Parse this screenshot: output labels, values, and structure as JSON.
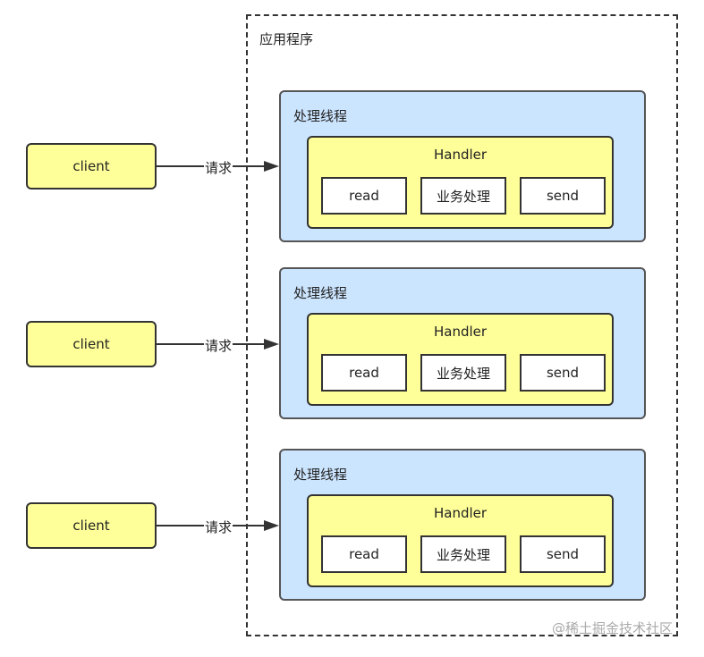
{
  "app": {
    "label": "应用程序"
  },
  "rows": [
    {
      "client": "client",
      "request": "请求",
      "thread": "处理线程",
      "handler": "Handler",
      "steps": [
        "read",
        "业务处理",
        "send"
      ]
    },
    {
      "client": "client",
      "request": "请求",
      "thread": "处理线程",
      "handler": "Handler",
      "steps": [
        "read",
        "业务处理",
        "send"
      ]
    },
    {
      "client": "client",
      "request": "请求",
      "thread": "处理线程",
      "handler": "Handler",
      "steps": [
        "read",
        "业务处理",
        "send"
      ]
    }
  ],
  "watermark": "@稀土掘金技术社区",
  "colors": {
    "client_fill": "#ffff99",
    "thread_fill": "#cce5ff",
    "handler_fill": "#ffff99",
    "step_fill": "#ffffff"
  }
}
